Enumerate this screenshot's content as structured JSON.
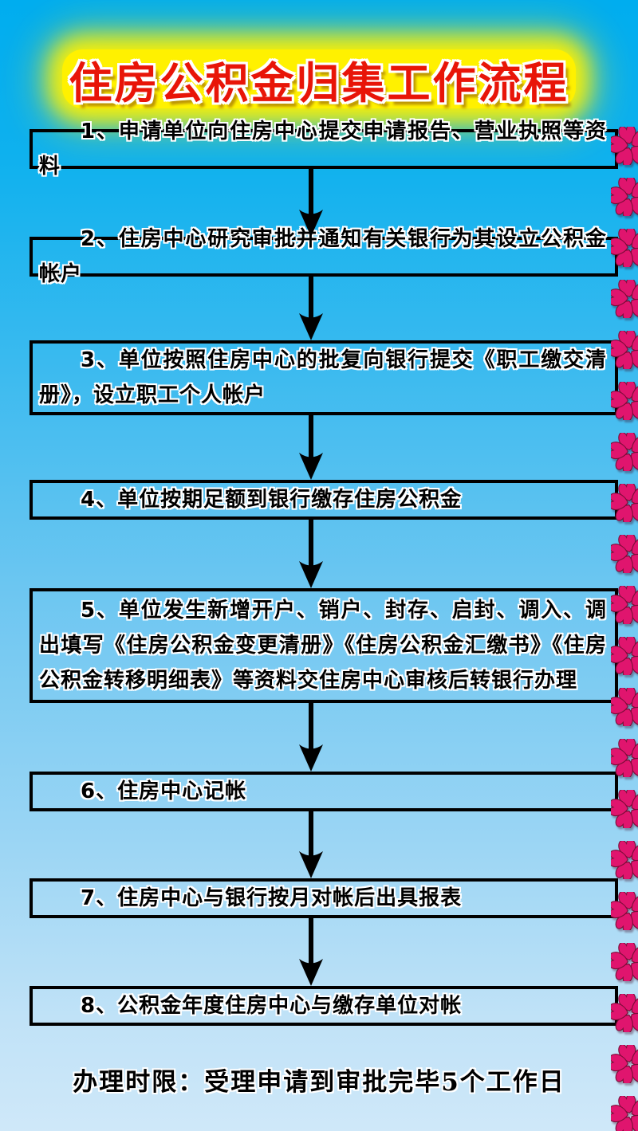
{
  "title": "住房公积金归集工作流程",
  "steps": [
    {
      "text": "1、申请单位向住房中心提交申请报告、营业执照等资料"
    },
    {
      "text": "2、住房中心研究审批并通知有关银行为其设立公积金帐户"
    },
    {
      "text": "3、单位按照住房中心的批复向银行提交《职工缴交清册》，设立职工个人帐户"
    },
    {
      "text": "4、单位按期足额到银行缴存住房公积金"
    },
    {
      "text": "5、单位发生新增开户、销户、封存、启封、调入、调出填写《住房公积金变更清册》《住房公积金汇缴书》《住房公积金转移明细表》等资料交住房中心审核后转银行办理"
    },
    {
      "text": "6、住房中心记帐"
    },
    {
      "text": "7、住房中心与银行按月对帐后出具报表"
    },
    {
      "text": "8、公积金年度住房中心与缴存单位对帐"
    }
  ],
  "footer": {
    "note": "办理时限：受理申请到审批完毕5个工作日"
  },
  "colors": {
    "bg_top": "#00ADEF",
    "bg_bottom": "#CFE8F9",
    "title_band": "#FFF100",
    "title_text": "#E81508",
    "box_border": "#000000",
    "box_text": "#000000",
    "arrow": "#000000",
    "flower": "#E0156E",
    "flower_outline": "#7A0D38"
  },
  "icons": {
    "flower": "flower-icon",
    "arrow": "down-arrow-icon"
  }
}
